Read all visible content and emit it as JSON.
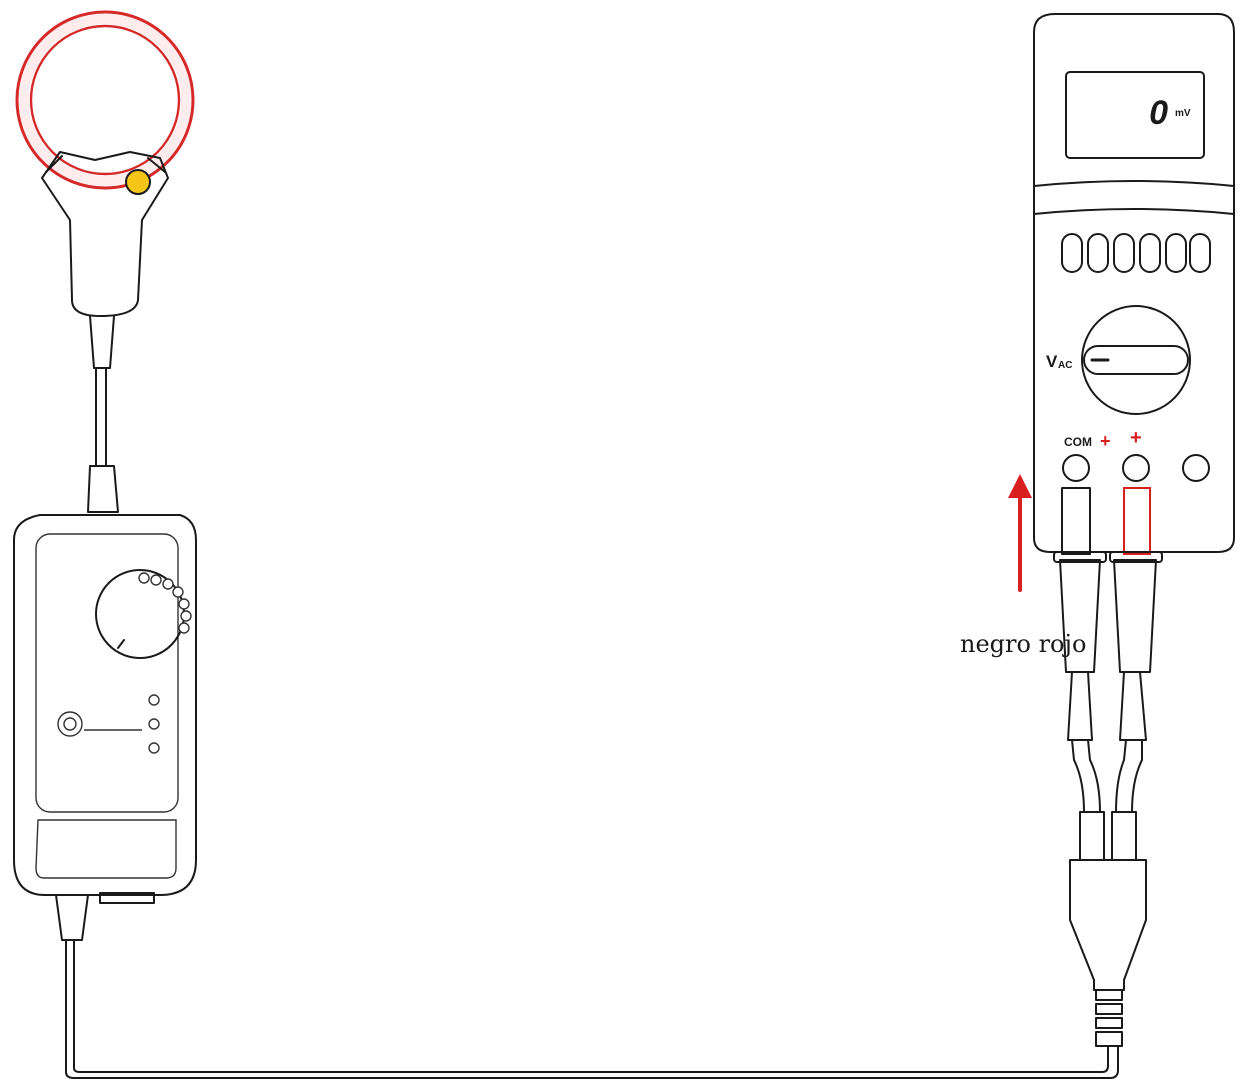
{
  "display": {
    "reading": "0",
    "unit": "mV"
  },
  "dial": {
    "mode_main": "V",
    "mode_sub": "AC"
  },
  "jacks": {
    "com_label": "COM",
    "com_sign": "+",
    "pos_sign": "+"
  },
  "leads": {
    "caption": "negro rojo"
  },
  "colors": {
    "accent": "#d92020",
    "coil_outer": "#d62a2a",
    "indicator": "#f5c518",
    "ink": "#1a1a1a"
  }
}
